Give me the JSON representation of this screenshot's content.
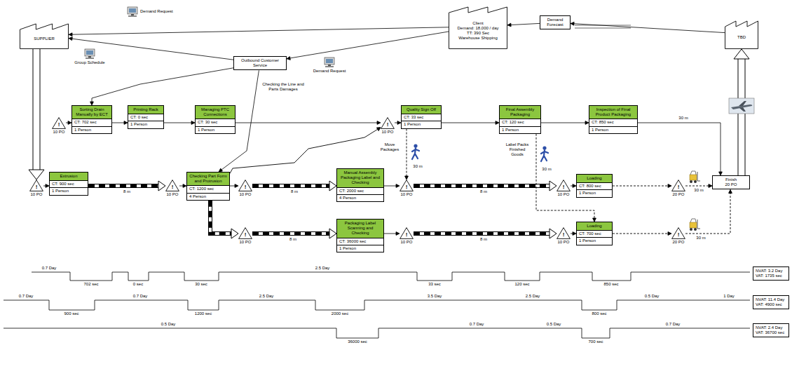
{
  "diagram": {
    "nodes": [
      {
        "text": [
          "SUPPLIER"
        ]
      },
      {
        "text": [
          "Outbound Customer Service"
        ]
      },
      {
        "text": [
          "Client",
          "Demand: 18,000 / day",
          "TT: 390 Sec",
          "Warehouse Shipping"
        ]
      },
      {
        "text": [
          "Demand Forecast"
        ]
      },
      {
        "text": [
          "TBD"
        ]
      },
      {
        "text": [
          "!",
          "10 PO"
        ]
      },
      {
        "text": [
          "Sorting Drain Manually by ECT",
          "CT: 702 sec",
          "1 Person"
        ]
      },
      {
        "text": [
          "Printing Rack",
          "CT: 0 sec",
          "1 Person"
        ]
      },
      {
        "text": [
          "Managing PTC Connections",
          "CT: 30 sec",
          "1 Person"
        ]
      },
      {
        "text": [
          "!",
          "10 PO"
        ]
      },
      {
        "text": [
          "Quality Sign Off",
          "CT: 33 sec",
          "1 Person"
        ]
      },
      {
        "text": [
          "Final Assembly Packaging",
          "CT: 120 sec",
          "1 Person"
        ]
      },
      {
        "text": [
          "Inspection of Final Product Packaging",
          "CT: 850 sec",
          "1 Person"
        ]
      },
      {
        "text": [
          "!",
          "10 PO"
        ]
      },
      {
        "text": [
          "Extrusion",
          "CT: 900 sec",
          "1 Person"
        ]
      },
      {
        "text": [
          "!",
          "10 PO"
        ]
      },
      {
        "text": [
          "Checking Part Form and Protrusion",
          "CT: 1200 sec",
          "4 Person"
        ]
      },
      {
        "text": [
          "!",
          "10 PO"
        ]
      },
      {
        "text": [
          "!",
          "10 PO"
        ]
      },
      {
        "text": [
          "Manual Assembly Packaging Label and Checking",
          "CT: 2000 sec",
          "4 Person"
        ]
      },
      {
        "text": [
          "!",
          "10 PO"
        ]
      },
      {
        "text": [
          "Packaging Label Scanning and Checking",
          "CT: 36000 sec",
          "1 Person"
        ]
      },
      {
        "text": [
          "!",
          "10 PO"
        ]
      },
      {
        "text": [
          "!",
          "10 PO"
        ]
      },
      {
        "text": [
          "Loading",
          "CT: 800 sec",
          "1 Person"
        ]
      },
      {
        "text": [
          "!",
          "10 PO"
        ]
      },
      {
        "text": [
          "Loading",
          "CT: 700 sec",
          "1 Person"
        ]
      },
      {
        "text": [
          "!",
          "20 PO"
        ]
      },
      {
        "text": [
          "!",
          "20 PO"
        ]
      },
      {
        "text": [
          "Finish",
          "20 PO"
        ]
      },
      {
        "text": [
          "NVAT: 3.2 Day",
          "VAT: 1735 sec"
        ]
      },
      {
        "text": [
          "NVAT: 11.4 Day",
          "VAT: 4900 sec"
        ]
      },
      {
        "text": [
          "NVAT: 2.4 Day",
          "VAT: 36700 sec"
        ]
      }
    ],
    "edges": [
      {
        "from": 0,
        "to": 13,
        "arrow": "to"
      },
      {
        "from": 13,
        "to": 14,
        "arrow": "to"
      },
      {
        "from": 14,
        "to": 15,
        "label": "8 m",
        "arrow": "to"
      },
      {
        "from": 15,
        "to": 16,
        "arrow": "to"
      },
      {
        "from": 16,
        "to": 17,
        "arrow": "to"
      },
      {
        "from": 17,
        "to": 19,
        "label": "8 m",
        "arrow": "to"
      },
      {
        "from": 16,
        "to": 18,
        "arrow": "to"
      },
      {
        "from": 18,
        "to": 21,
        "label": "8 m",
        "arrow": "to"
      },
      {
        "from": 19,
        "to": 20,
        "arrow": "to"
      },
      {
        "from": 20,
        "to": 23,
        "label": "8 m",
        "arrow": "to"
      },
      {
        "from": 23,
        "to": 24,
        "arrow": "to"
      },
      {
        "from": 21,
        "to": 22,
        "arrow": "to"
      },
      {
        "from": 22,
        "to": 25,
        "label": "8 m",
        "arrow": "to"
      },
      {
        "from": 25,
        "to": 26,
        "arrow": "to"
      },
      {
        "from": 24,
        "to": 27,
        "arrow": "to"
      },
      {
        "from": 27,
        "to": 29,
        "label": "30 m",
        "arrow": "to"
      },
      {
        "from": 26,
        "to": 28,
        "arrow": "to"
      },
      {
        "from": 28,
        "to": 29,
        "label": "30 m",
        "arrow": "to"
      },
      {
        "from": 29,
        "to": 4,
        "arrow": "to"
      },
      {
        "from": 5,
        "to": 6,
        "arrow": "to"
      },
      {
        "from": 6,
        "to": 7,
        "arrow": "to"
      },
      {
        "from": 7,
        "to": 8,
        "arrow": "to"
      },
      {
        "from": 8,
        "to": 9,
        "arrow": "to"
      },
      {
        "from": 9,
        "to": 10,
        "arrow": "to"
      },
      {
        "from": 10,
        "to": 11,
        "arrow": "to"
      },
      {
        "from": 11,
        "to": 12,
        "arrow": "to"
      },
      {
        "from": 12,
        "to": 29,
        "label": "30 m",
        "arrow": "to"
      },
      {
        "from": 1,
        "to": 0,
        "arrow": "to"
      },
      {
        "from": 1,
        "to": 6,
        "arrow": "to"
      },
      {
        "from": 1,
        "to": 16,
        "label": "Checking the Line and Parts Damages",
        "arrow": "to"
      },
      {
        "from": 2,
        "to": 1,
        "arrow": "to"
      },
      {
        "from": 2,
        "to": 0,
        "arrow": "to"
      },
      {
        "from": 3,
        "to": 2,
        "arrow": "to"
      },
      {
        "from": 4,
        "to": 3,
        "arrow": "to"
      },
      {
        "from": 16,
        "to": 9,
        "arrow": "to"
      },
      {
        "from": 10,
        "to": 20,
        "label": "30 m",
        "arrow": "to"
      },
      {
        "from": 11,
        "to": 26,
        "label": "30 m",
        "arrow": "to"
      }
    ],
    "labels": [
      "Demand Request",
      "Group Schedule",
      "Demand Request",
      "Move Packages",
      "Label Packs Finished Goods",
      "0.7 Day",
      "702 sec",
      "0 sec",
      "30 sec",
      "2.5 Day",
      "33 sec",
      "120 sec",
      "850 sec",
      "0.7 Day",
      "900 sec",
      "0.7 Day",
      "1200 sec",
      "2.5 Day",
      "2000 sec",
      "3.5 Day",
      "2.5 Day",
      "800 sec",
      "0.5 Day",
      "1 Day",
      "0.5 Day",
      "36000 sec",
      "0.7 Day",
      "0.5 Day",
      "700 sec",
      "0.7 Day"
    ]
  }
}
